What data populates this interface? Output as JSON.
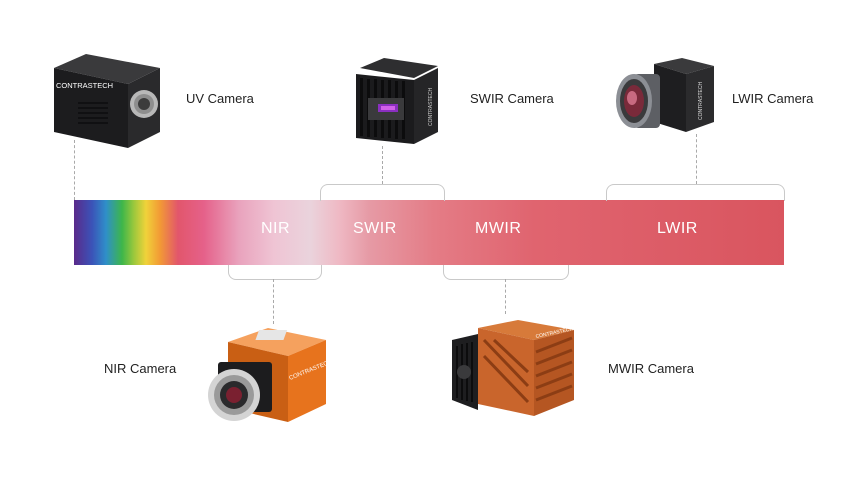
{
  "bands": {
    "nir": "NIR",
    "swir": "SWIR",
    "mwir": "MWIR",
    "lwir": "LWIR"
  },
  "cameras": {
    "uv": {
      "label": "UV Camera",
      "brand": "CONTRASTECH"
    },
    "swir": {
      "label": "SWIR Camera",
      "brand": "CONTRASTECH"
    },
    "lwir": {
      "label": "LWIR Camera",
      "brand": "CONTRASTECH"
    },
    "nir": {
      "label": "NIR Camera",
      "brand": "CONTRASTECH"
    },
    "mwir": {
      "label": "MWIR Camera",
      "brand": "CONTRASTECH"
    }
  },
  "colors": {
    "band_main": "#d9555f",
    "camera_orange": "#f07b22",
    "camera_copper": "#c9652c",
    "camera_black": "#1c1c1e"
  }
}
